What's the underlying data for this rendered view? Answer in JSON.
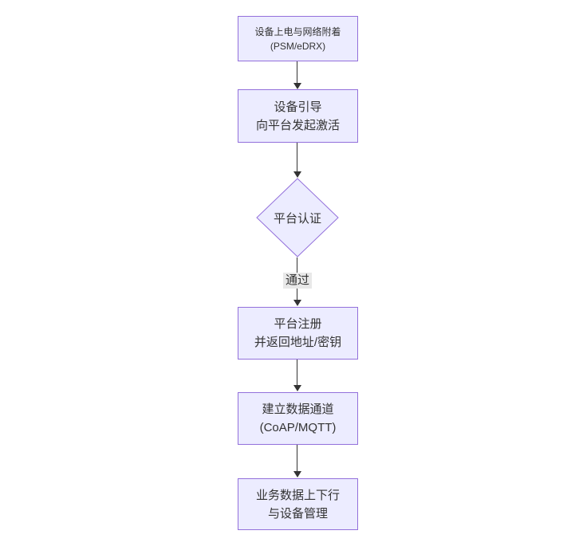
{
  "diagram": {
    "type": "flowchart",
    "direction": "top-down",
    "colors": {
      "node_fill": "#ECECFF",
      "node_border": "#9370DB",
      "text": "#333333",
      "arrow": "#333333",
      "edge_label_bg": "#e8e8e8",
      "background": "#ffffff"
    },
    "nodes": [
      {
        "id": "power-attach",
        "shape": "rect",
        "lines": [
          "设备上电与网络附着",
          "(PSM/eDRX)"
        ]
      },
      {
        "id": "device-bootstrap",
        "shape": "rect",
        "lines": [
          "设备引导",
          "向平台发起激活"
        ]
      },
      {
        "id": "platform-auth",
        "shape": "diamond",
        "lines": [
          "平台认证"
        ]
      },
      {
        "id": "platform-register",
        "shape": "rect",
        "lines": [
          "平台注册",
          "并返回地址/密钥"
        ]
      },
      {
        "id": "data-channel",
        "shape": "rect",
        "lines": [
          "建立数据通道",
          "(CoAP/MQTT)"
        ]
      },
      {
        "id": "business-data",
        "shape": "rect",
        "lines": [
          "业务数据上下行",
          "与设备管理"
        ]
      }
    ],
    "edges": [
      {
        "from": "power-attach",
        "to": "device-bootstrap",
        "label": ""
      },
      {
        "from": "device-bootstrap",
        "to": "platform-auth",
        "label": ""
      },
      {
        "from": "platform-auth",
        "to": "platform-register",
        "label": "通过"
      },
      {
        "from": "platform-register",
        "to": "data-channel",
        "label": ""
      },
      {
        "from": "data-channel",
        "to": "business-data",
        "label": ""
      }
    ]
  }
}
